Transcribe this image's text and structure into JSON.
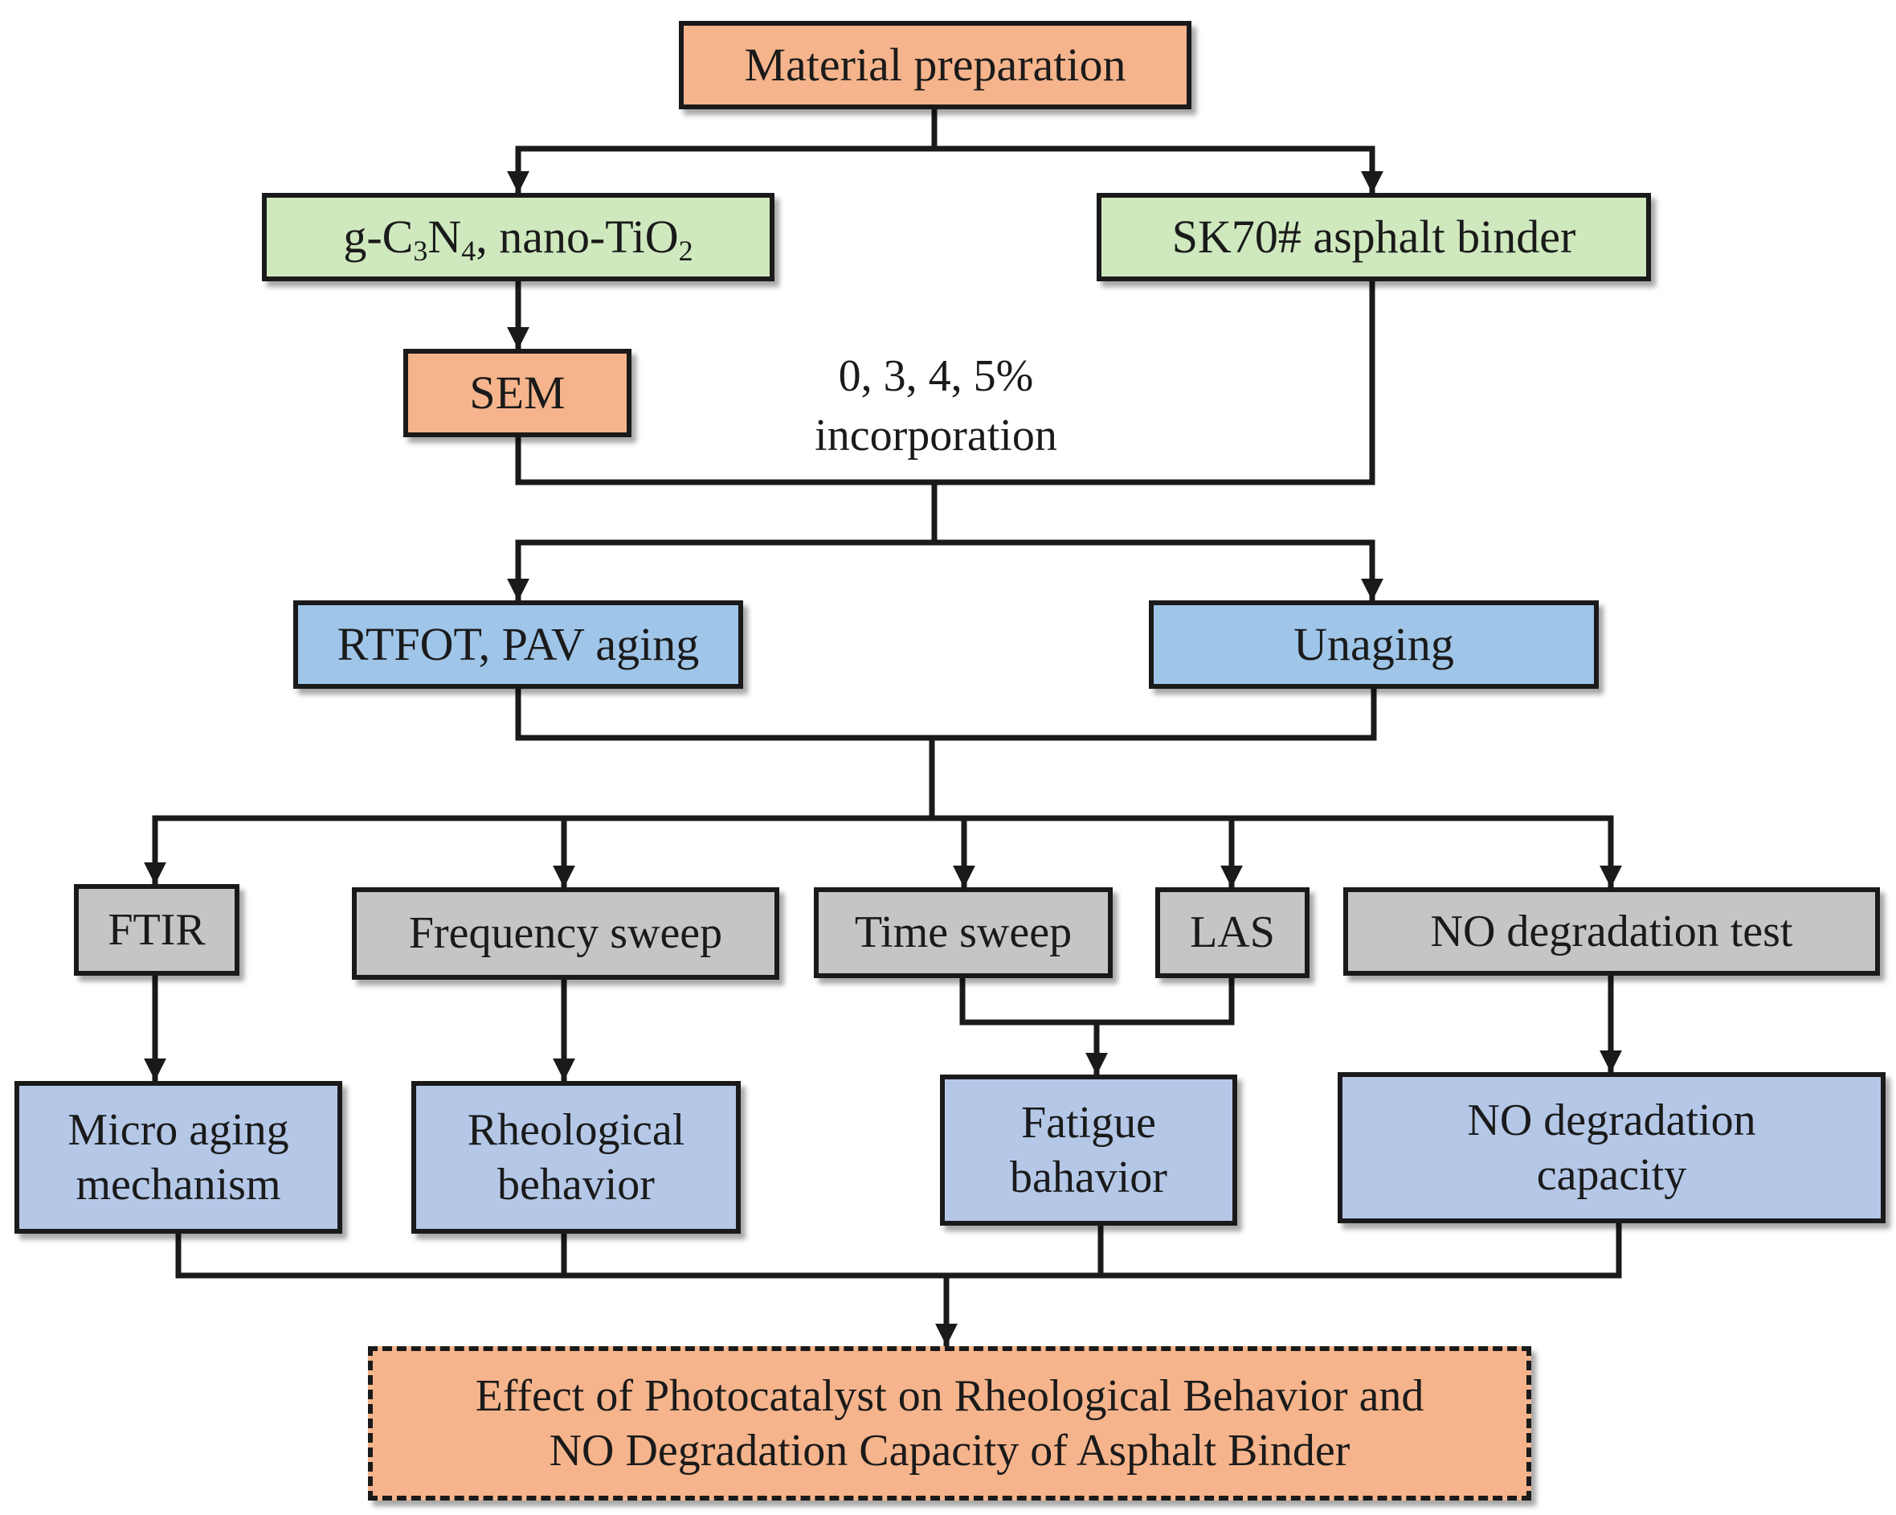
{
  "nodes": {
    "material_preparation": "Material preparation",
    "photocatalyst": {
      "part1": "g-C",
      "sub1": "3",
      "part2": "N",
      "sub2": "4",
      "part3": ", nano-TiO",
      "sub3": "2"
    },
    "asphalt_binder": "SK70# asphalt binder",
    "sem": "SEM",
    "incorporation": "0, 3, 4, 5%\nincorporation",
    "aging": "RTFOT, PAV aging",
    "unaging": "Unaging",
    "ftir": "FTIR",
    "frequency_sweep": "Frequency sweep",
    "time_sweep": "Time sweep",
    "las": "LAS",
    "no_test": "NO degradation test",
    "micro_aging": "Micro aging\nmechanism",
    "rheological": "Rheological\nbehavior",
    "fatigue": "Fatigue\nbahavior",
    "no_capacity": "NO degradation\ncapacity",
    "conclusion": "Effect of Photocatalyst on Rheological Behavior and\nNO Degradation Capacity of Asphalt Binder"
  },
  "colors": {
    "orange": "#f5b48c",
    "green": "#cfe8be",
    "blue": "#9fc5e8",
    "grey": "#c5c5c5",
    "light_blue": "#b4c7e7",
    "line": "#1a1a1a"
  }
}
